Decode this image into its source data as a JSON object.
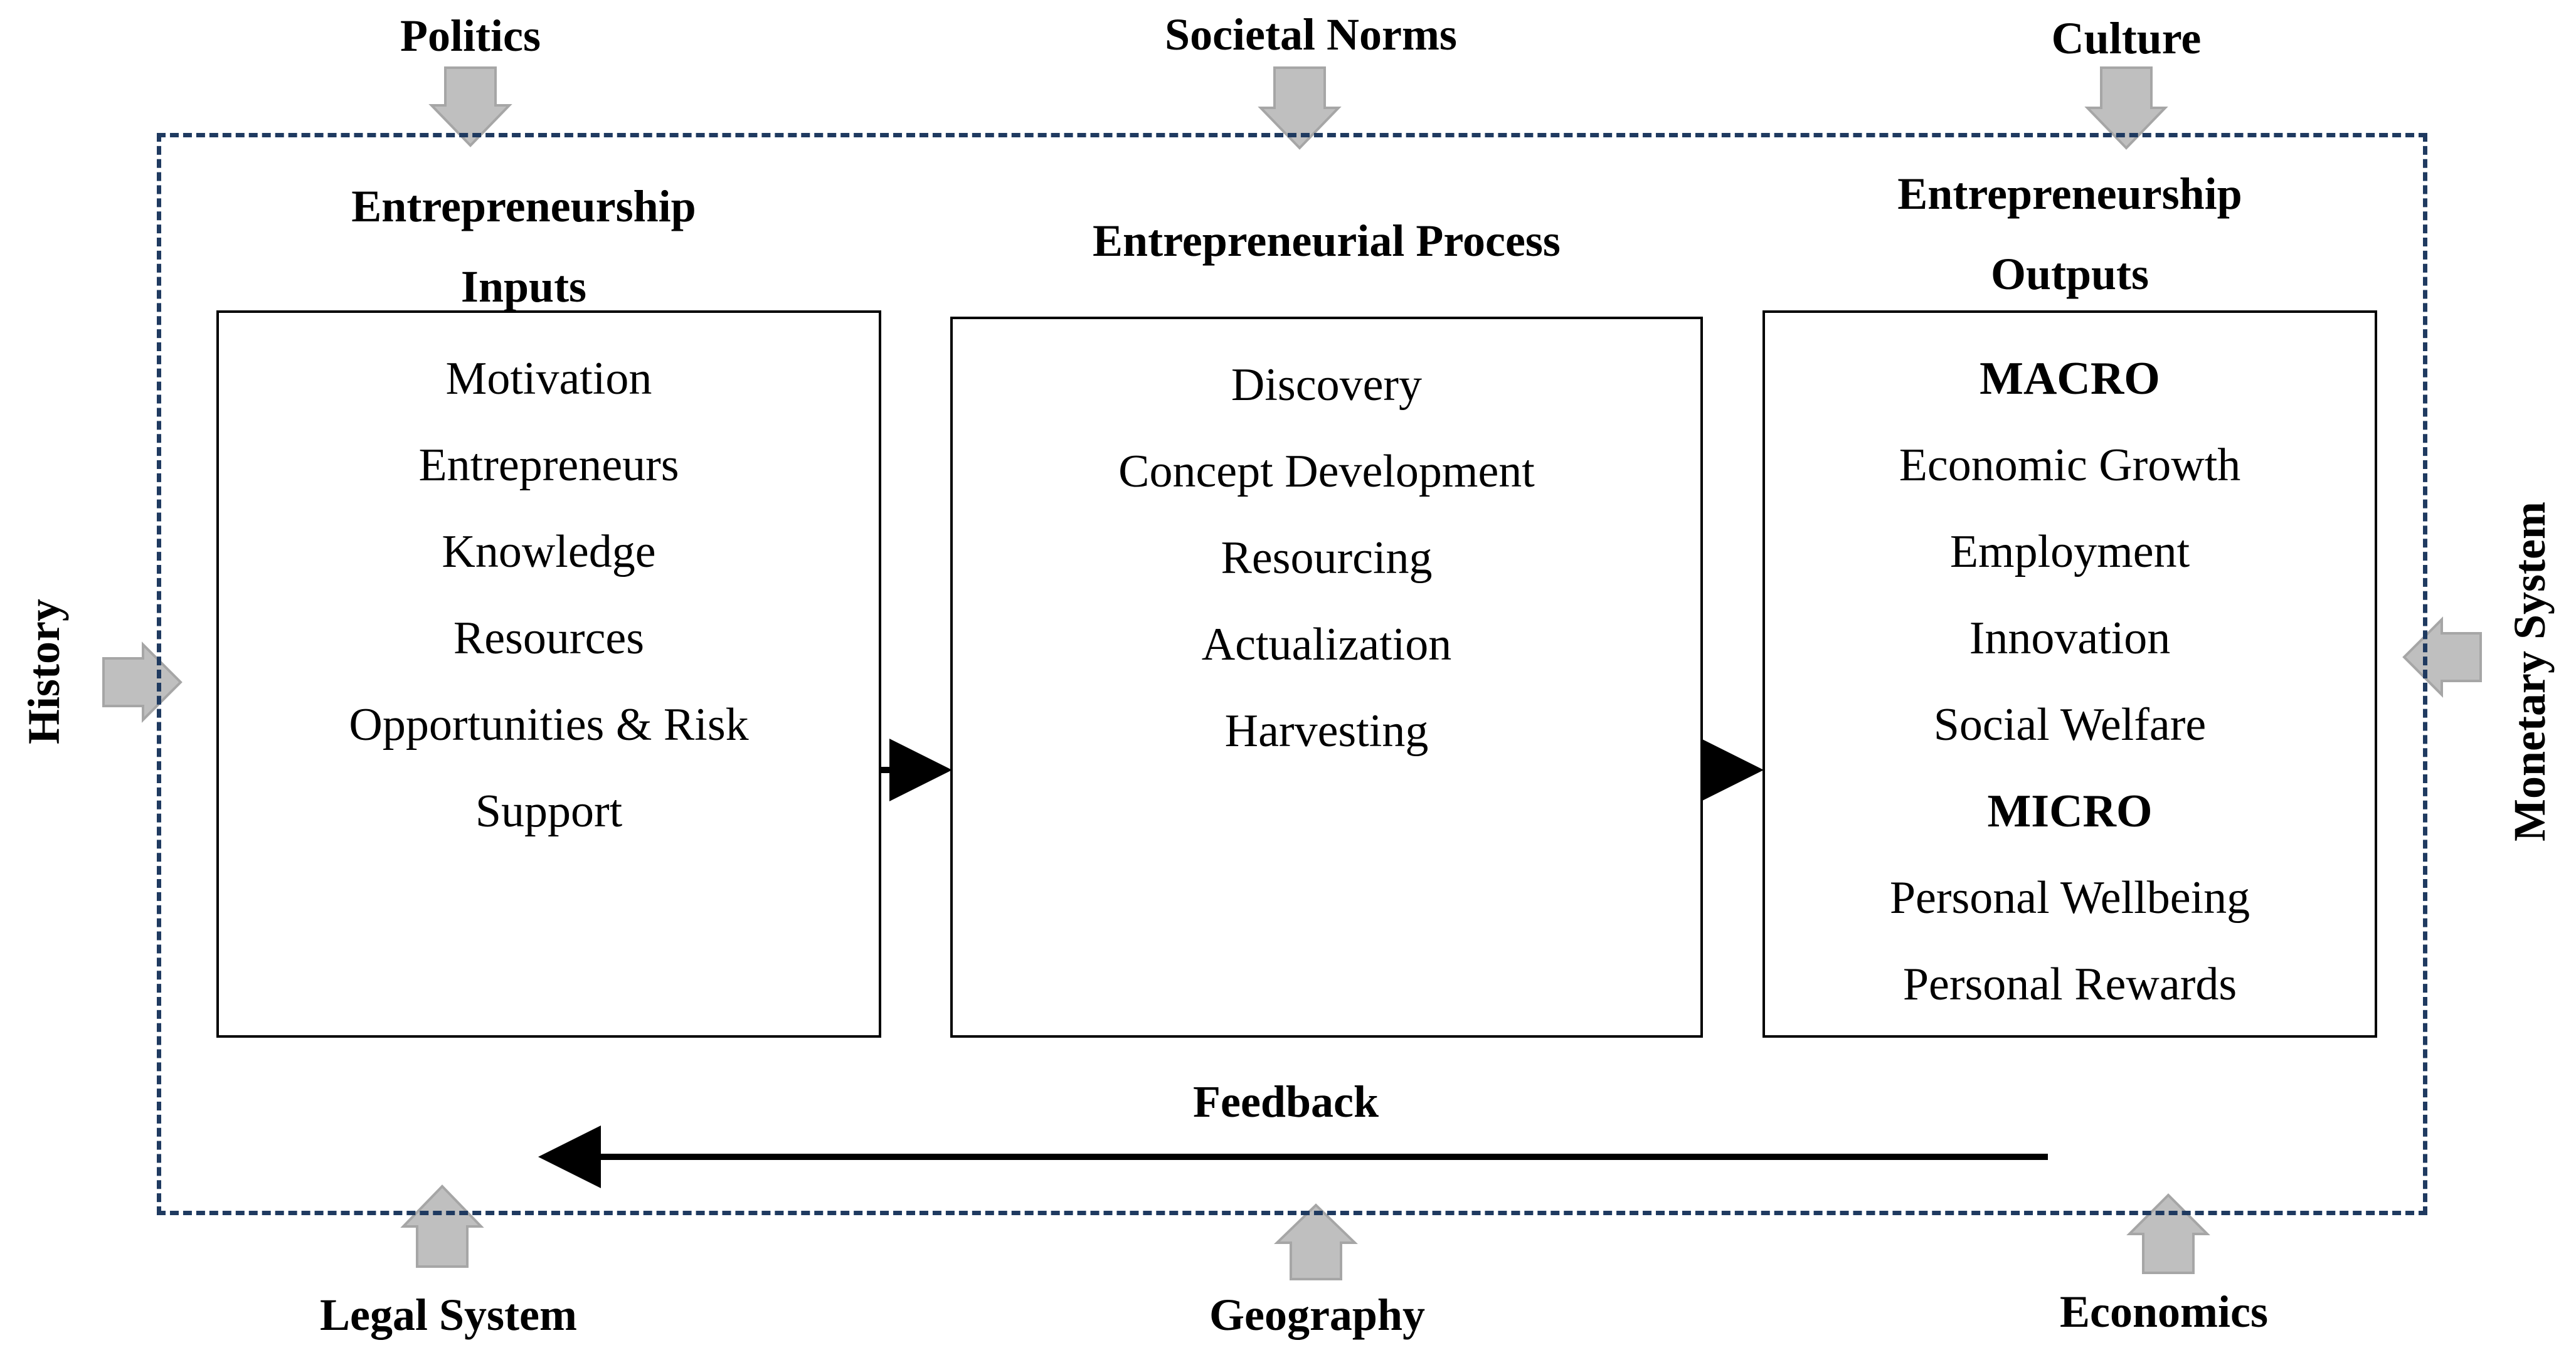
{
  "external_factors": {
    "politics": "Politics",
    "societal_norms": "Societal Norms",
    "culture": "Culture",
    "history": "History",
    "monetary_system": "Monetary System",
    "legal_system": "Legal System",
    "geography": "Geography",
    "economics": "Economics"
  },
  "inputs": {
    "heading_line1": "Entrepreneurship",
    "heading_line2": "Inputs",
    "items": [
      "Motivation",
      "Entrepreneurs",
      "Knowledge",
      "Resources",
      "Opportunities & Risk",
      "Support"
    ]
  },
  "process": {
    "heading": "Entrepreneurial Process",
    "items": [
      "Discovery",
      "Concept Development",
      "Resourcing",
      "Actualization",
      "Harvesting"
    ]
  },
  "outputs": {
    "heading_line1": "Entrepreneurship",
    "heading_line2": "Outputs",
    "macro_label": "MACRO",
    "macro_items": [
      "Economic Growth",
      "Employment",
      "Innovation",
      "Social Welfare"
    ],
    "micro_label": "MICRO",
    "micro_items": [
      "Personal Wellbeing",
      "Personal Rewards"
    ]
  },
  "feedback": {
    "label": "Feedback"
  },
  "colors": {
    "frame": "#1f3a60",
    "influence_arrow_fill": "#bfbfbf",
    "influence_arrow_stroke": "#a6a6a6"
  }
}
